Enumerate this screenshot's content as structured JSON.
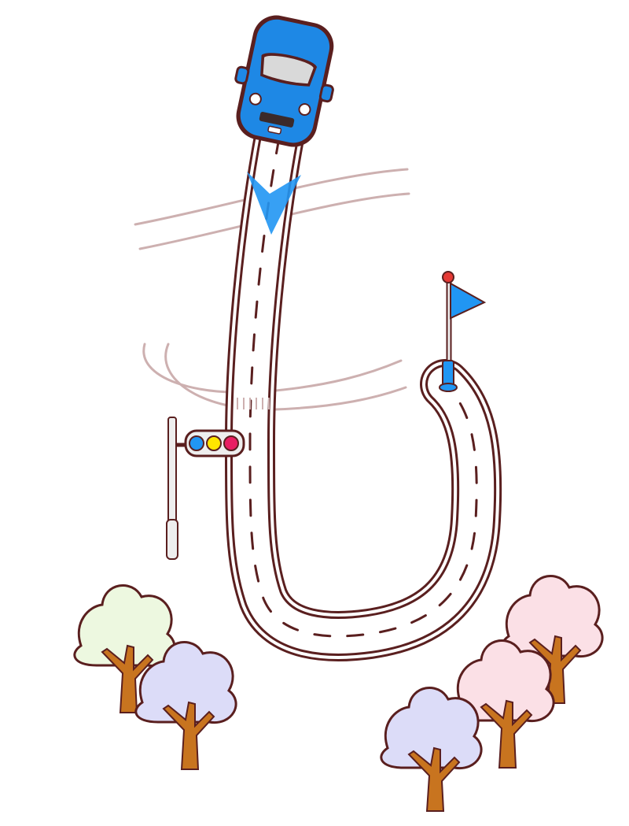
{
  "scene": {
    "objects": [
      "car-icon",
      "direction-arrow-icon",
      "road",
      "goal-flag-icon",
      "traffic-light-icon",
      "tree-icon"
    ],
    "traffic_light": {
      "lamps": [
        "blue",
        "yellow",
        "red"
      ]
    },
    "colors": {
      "car": "#1e88e5",
      "car_outline": "#5a1f1f",
      "road_edge": "#5a1f1f",
      "arrow": "#2196f3",
      "flag": "#2196f3",
      "flag_knob": "#e53935",
      "lamp_blue": "#2196f3",
      "lamp_yellow": "#ffe600",
      "lamp_red": "#e91e63",
      "trunk": "#c8741f",
      "canopy_green": "#edf8e0",
      "canopy_lavender": "#dcdcf8",
      "canopy_pink": "#fbe0e6",
      "wind_lines": "#c9a9a9"
    }
  }
}
